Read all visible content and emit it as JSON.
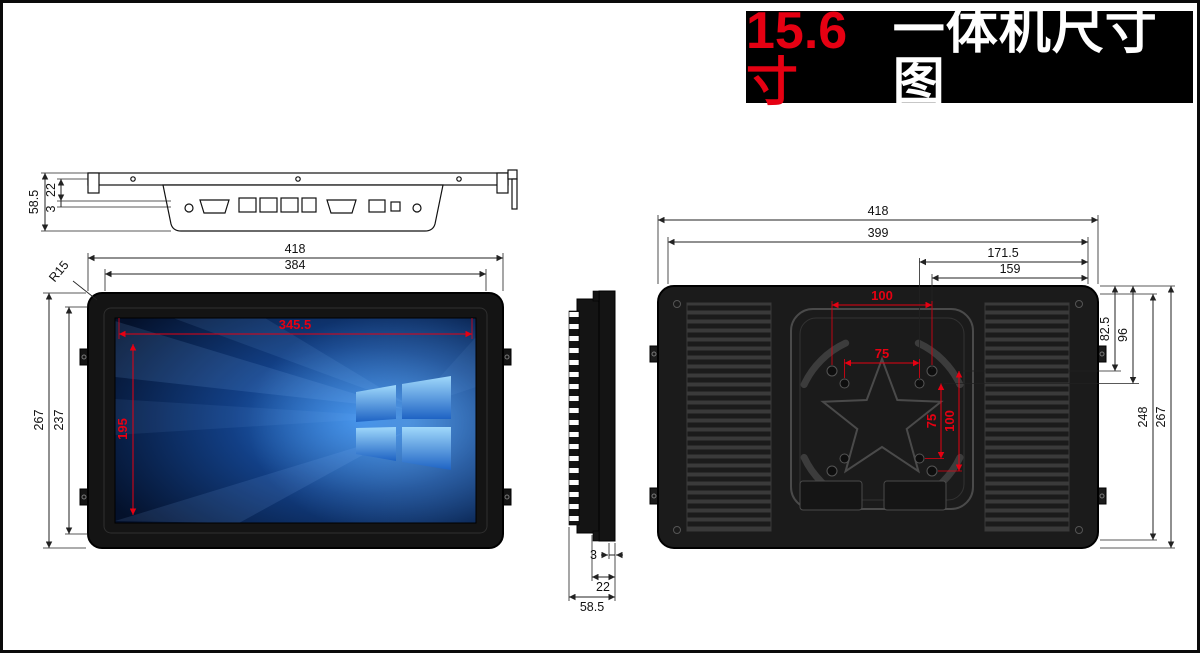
{
  "title": {
    "highlight": "15.6寸",
    "text": "一体机尺寸图"
  },
  "colors": {
    "dim_red": "#e60012",
    "line_black": "#222222",
    "device_black": "#161616"
  },
  "views": {
    "top_profile": {
      "depth_total": "58.5",
      "depth_bracket": "22",
      "depth_panel": "3"
    },
    "front": {
      "width_total": "418",
      "width_face": "384",
      "width_screen": "345.5",
      "height_total": "267",
      "height_face": "237",
      "height_screen": "195",
      "corner_radius": "R15"
    },
    "side_profile": {
      "thickness_panel": "3",
      "thickness_bracket": "22",
      "depth_total": "58.5"
    },
    "back": {
      "width_total": "418",
      "width_body": "399",
      "hole_to_edge_a": "171.5",
      "hole_to_edge_b": "159",
      "vesa_width_100": "100",
      "vesa_width_75": "75",
      "vesa_height_75": "75",
      "vesa_height_100": "100",
      "hole_to_top_a": "82.5",
      "hole_to_top_b": "96",
      "height_body": "248",
      "height_total": "267"
    }
  }
}
